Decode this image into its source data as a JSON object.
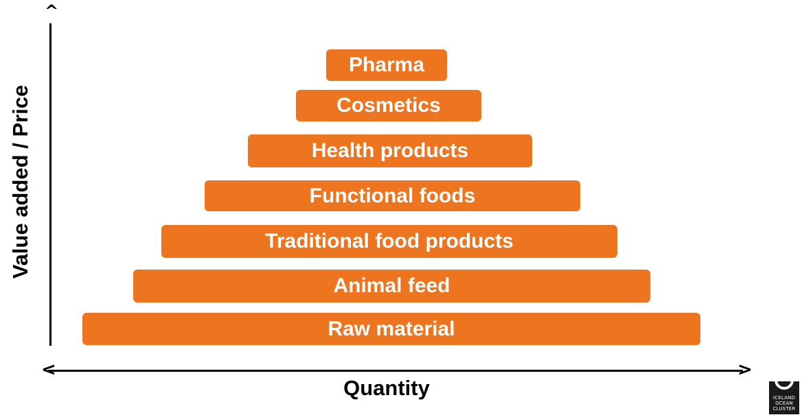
{
  "axes": {
    "y_title": "Value added / Price",
    "x_title": "Quantity",
    "arrow_up": "^",
    "arrow_left": "<",
    "arrow_right": ">"
  },
  "tiers": [
    {
      "label": "Pharma"
    },
    {
      "label": "Cosmetics"
    },
    {
      "label": "Health products"
    },
    {
      "label": "Functional foods"
    },
    {
      "label": "Traditional food products"
    },
    {
      "label": "Animal feed"
    },
    {
      "label": "Raw material"
    }
  ],
  "logo": {
    "lines": [
      "ICELAND",
      "OCEAN",
      "CLUSTER"
    ]
  },
  "colors": {
    "tier_fill": "#ED7520",
    "tier_text": "#ffffff",
    "axis": "#000000"
  }
}
